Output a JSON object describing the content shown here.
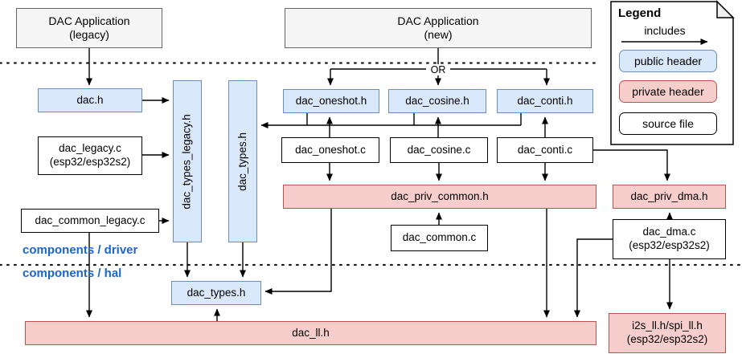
{
  "title_boxes": {
    "legacy": {
      "title": "DAC Application",
      "subtitle": "(legacy)"
    },
    "new": {
      "title": "DAC Application",
      "subtitle": "(new)"
    }
  },
  "labels": {
    "or": "OR",
    "driver_layer": "components / driver",
    "hal_layer": "components / hal"
  },
  "nodes": {
    "dac_h": {
      "label": "dac.h",
      "type": "public header"
    },
    "dac_legacy_c": {
      "label": "dac_legacy.c",
      "sublabel": "(esp32/esp32s2)",
      "type": "source file"
    },
    "dac_common_legacy_c": {
      "label": "dac_common_legacy.c",
      "type": "source file"
    },
    "dac_types_legacy_h": {
      "label": "dac_types_legacy.h",
      "type": "public header"
    },
    "dac_types_h_driver": {
      "label": "dac_types.h",
      "type": "public header"
    },
    "dac_oneshot_h": {
      "label": "dac_oneshot.h",
      "type": "public header"
    },
    "dac_cosine_h": {
      "label": "dac_cosine.h",
      "type": "public header"
    },
    "dac_conti_h": {
      "label": "dac_conti.h",
      "type": "public header"
    },
    "dac_oneshot_c": {
      "label": "dac_oneshot.c",
      "type": "source file"
    },
    "dac_cosine_c": {
      "label": "dac_cosine.c",
      "type": "source file"
    },
    "dac_conti_c": {
      "label": "dac_conti.c",
      "type": "source file"
    },
    "dac_priv_common_h": {
      "label": "dac_priv_common.h",
      "type": "private header"
    },
    "dac_common_c": {
      "label": "dac_common.c",
      "type": "source file"
    },
    "dac_priv_dma_h": {
      "label": "dac_priv_dma.h",
      "type": "private header"
    },
    "dac_dma_c": {
      "label": "dac_dma.c",
      "sublabel": "(esp32/esp32s2)",
      "type": "source file"
    },
    "dac_types_h_hal": {
      "label": "dac_types.h",
      "type": "public header"
    },
    "dac_ll_h": {
      "label": "dac_ll.h",
      "type": "private header"
    },
    "i2s_spi_ll_h": {
      "label": "i2s_ll.h/spi_ll.h",
      "sublabel": "(esp32/esp32s2)",
      "type": "private header"
    }
  },
  "legend": {
    "title": "Legend",
    "arrow_label": "includes",
    "items": [
      {
        "label": "public header"
      },
      {
        "label": "private header"
      },
      {
        "label": "source file"
      }
    ]
  },
  "colors": {
    "public-header-fill": "#dae8fc",
    "public-header-border": "#6c8ebf",
    "private-header-fill": "#f8cecc",
    "private-header-border": "#b85450",
    "source-file-fill": "#ffffff",
    "source-file-border": "#000000",
    "app-fill": "#f5f5f5",
    "app-border": "#666666",
    "layer-label-color": "#1a66c9"
  }
}
